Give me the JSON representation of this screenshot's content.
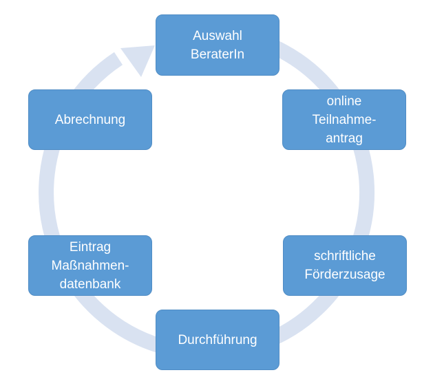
{
  "diagram": {
    "colors": {
      "box_fill": "#5b9bd5",
      "box_text": "#ffffff",
      "ring": "#d9e2f1"
    },
    "steps": [
      {
        "id": "auswahl",
        "lines": [
          "Auswahl",
          "BeraterIn"
        ]
      },
      {
        "id": "online",
        "lines": [
          "online",
          "Teilnahme-",
          "antrag"
        ]
      },
      {
        "id": "zusage",
        "lines": [
          "schriftliche",
          "Förderzusage"
        ]
      },
      {
        "id": "durchfuehrung",
        "lines": [
          "Durchführung"
        ]
      },
      {
        "id": "eintrag",
        "lines": [
          "Eintrag",
          "Maßnahmen-",
          "datenbank"
        ]
      },
      {
        "id": "abrechnung",
        "lines": [
          "Abrechnung"
        ]
      }
    ]
  }
}
